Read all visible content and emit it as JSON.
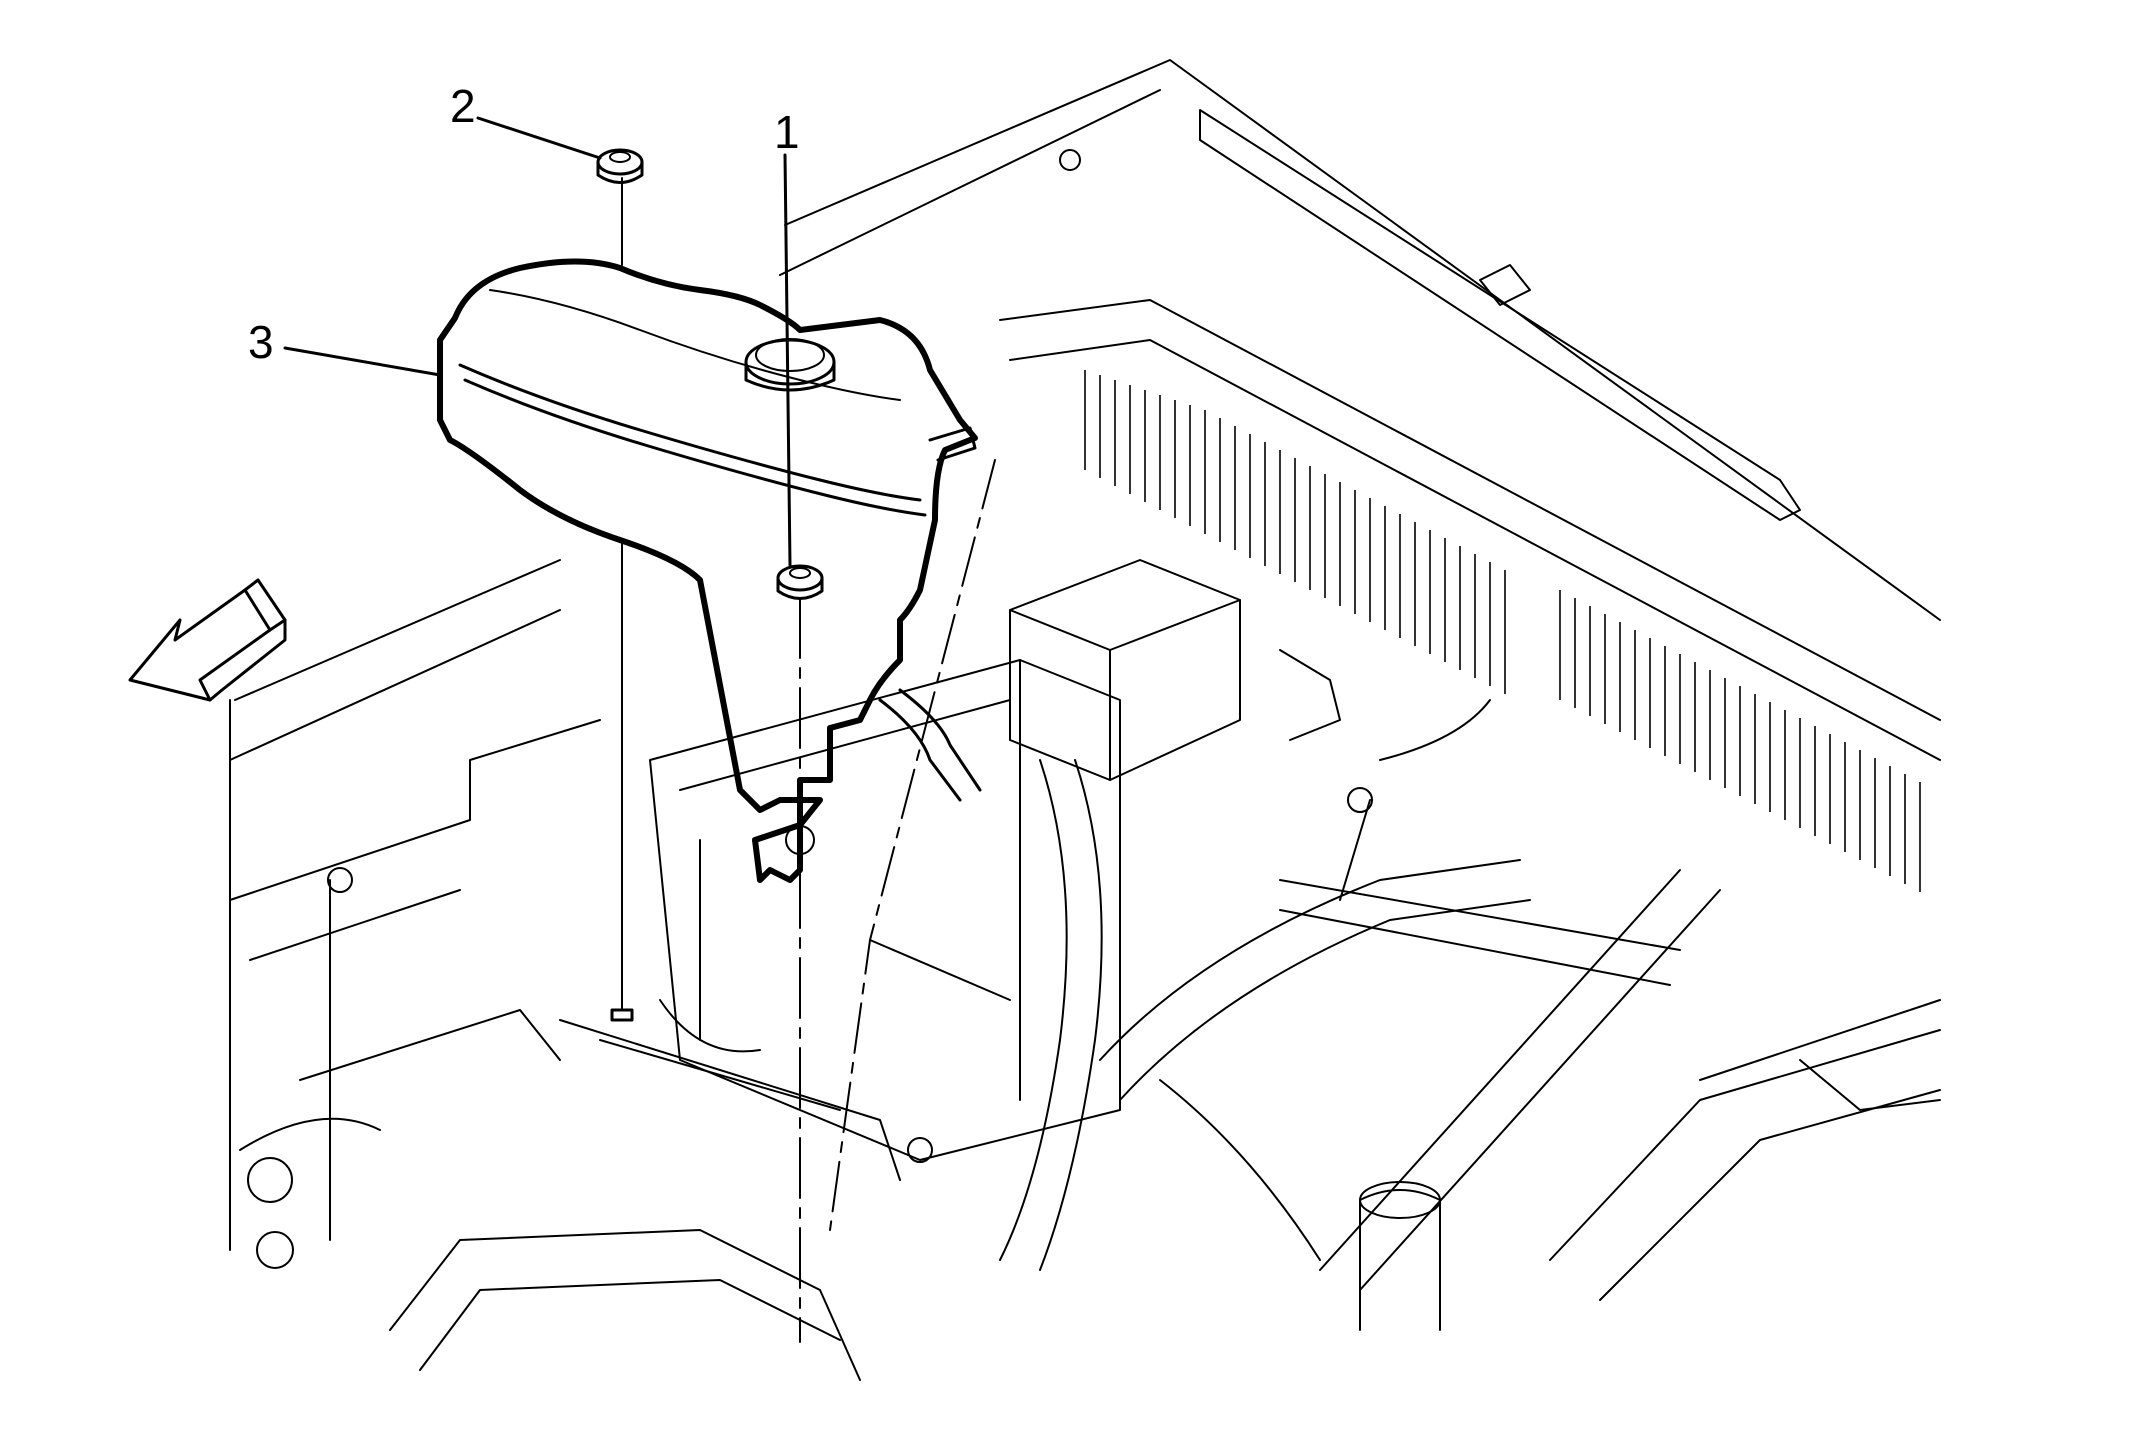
{
  "callouts": [
    {
      "id": "1",
      "text": "1"
    },
    {
      "id": "2",
      "text": "2"
    },
    {
      "id": "3",
      "text": "3"
    }
  ],
  "colors": {
    "line": "#000000",
    "background": "#ffffff"
  },
  "icons": [
    "front-direction-arrow-icon"
  ]
}
